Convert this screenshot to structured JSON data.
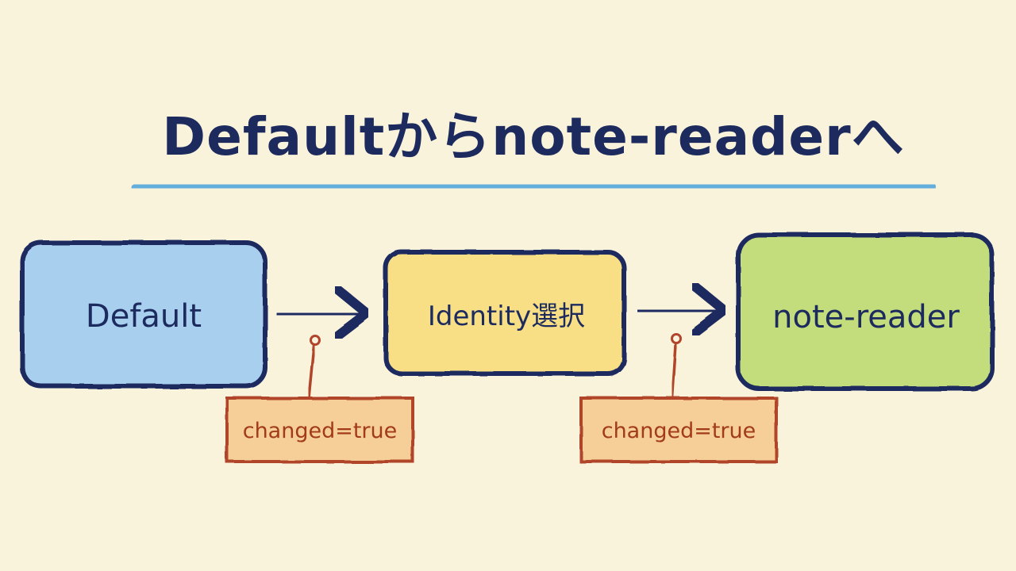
{
  "title": "Defaultからnote-readerへ",
  "colors": {
    "ink": "#1c2a5e",
    "underline": "#4ba3de",
    "note": "#b1442a",
    "note_fill": "#f5cf97",
    "default_fill": "#a8d0ee",
    "identity_fill": "#f8df86",
    "reader_fill": "#c3dc7c"
  },
  "nodes": [
    {
      "label": "Default"
    },
    {
      "label": "Identity選択"
    },
    {
      "label": "note-reader"
    }
  ],
  "edges": [
    {
      "from": "Default",
      "to": "Identity選択",
      "note": "changed=true"
    },
    {
      "from": "Identity選択",
      "to": "note-reader",
      "note": "changed=true"
    }
  ]
}
